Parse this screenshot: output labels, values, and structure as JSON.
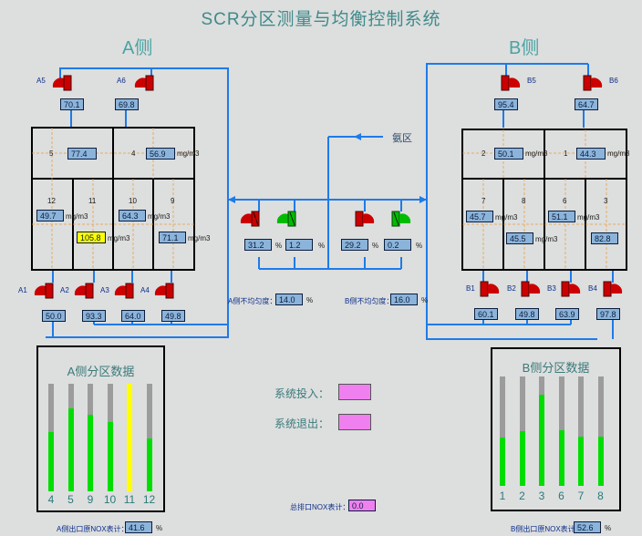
{
  "title": "SCR分区测量与均衡控制系统",
  "sides": {
    "a": "A侧",
    "b": "B侧"
  },
  "ammonia_label": "氨区",
  "unit_mg": "mg/m3",
  "pct": "%",
  "a_valves_top": [
    {
      "name": "A5",
      "value": "70.1"
    },
    {
      "name": "A6",
      "value": "69.8"
    }
  ],
  "b_valves_top": [
    {
      "name": "B5",
      "value": "95.4"
    },
    {
      "name": "B6",
      "value": "64.7"
    }
  ],
  "a_zones": {
    "z5": {
      "label": "5",
      "value": "77.4"
    },
    "z4": {
      "label": "4",
      "value": "56.9"
    },
    "z12": {
      "label": "12",
      "value": "49.7"
    },
    "z11": {
      "label": "11",
      "value": "105.8"
    },
    "z10": {
      "label": "10",
      "value": "64.3"
    },
    "z9": {
      "label": "9",
      "value": "71.1"
    }
  },
  "b_zones": {
    "z2": {
      "label": "2",
      "value": "50.1"
    },
    "z1": {
      "label": "1",
      "value": "44.3"
    },
    "z7": {
      "label": "7",
      "value": "45.7"
    },
    "z8": {
      "label": "8",
      "value": "45.5"
    },
    "z6": {
      "label": "6",
      "value": "51.1"
    },
    "z3": {
      "label": "3",
      "value": "82.8"
    }
  },
  "a_valves_bottom": [
    {
      "name": "A1",
      "value": "50.0"
    },
    {
      "name": "A2",
      "value": "93.3"
    },
    {
      "name": "A3",
      "value": "64.0"
    },
    {
      "name": "A4",
      "value": "49.8"
    }
  ],
  "b_valves_bottom": [
    {
      "name": "B1",
      "value": "60.1"
    },
    {
      "name": "B2",
      "value": "49.8"
    },
    {
      "name": "B3",
      "value": "63.9"
    },
    {
      "name": "B4",
      "value": "97.8"
    }
  ],
  "center_valves": [
    {
      "value": "31.2",
      "color": "red"
    },
    {
      "value": "1.2",
      "color": "green"
    },
    {
      "value": "29.2",
      "color": "red"
    },
    {
      "value": "0.2",
      "color": "green"
    }
  ],
  "a_uniformity": {
    "label": "A侧不均匀度：",
    "value": "14.0"
  },
  "b_uniformity": {
    "label": "B侧不均匀度：",
    "value": "16.0"
  },
  "a_panel": {
    "title": "A侧分区数据",
    "bars": [
      {
        "label": "4",
        "level": 0.55,
        "color": "#00dd00"
      },
      {
        "label": "5",
        "level": 0.77,
        "color": "#00dd00"
      },
      {
        "label": "9",
        "level": 0.71,
        "color": "#00dd00"
      },
      {
        "label": "10",
        "level": 0.64,
        "color": "#00dd00"
      },
      {
        "label": "11",
        "level": 1.0,
        "color": "#ffff00"
      },
      {
        "label": "12",
        "level": 0.49,
        "color": "#00dd00"
      }
    ]
  },
  "b_panel": {
    "title": "B侧分区数据",
    "bars": [
      {
        "label": "1",
        "level": 0.44,
        "color": "#00dd00"
      },
      {
        "label": "2",
        "level": 0.5,
        "color": "#00dd00"
      },
      {
        "label": "3",
        "level": 0.83,
        "color": "#00dd00"
      },
      {
        "label": "6",
        "level": 0.51,
        "color": "#00dd00"
      },
      {
        "label": "7",
        "level": 0.45,
        "color": "#00dd00"
      },
      {
        "label": "8",
        "level": 0.45,
        "color": "#00dd00"
      }
    ]
  },
  "controls": {
    "enable_label": "系统投入：",
    "disable_label": "系统退出："
  },
  "total_nox": {
    "label": "总排口NOX表计：",
    "value": "0.0"
  },
  "a_outlet_nox": {
    "label": "A侧出口原NOX表计：",
    "value": "41.6"
  },
  "b_outlet_nox": {
    "label": "B侧出口原NOX表计：",
    "value": "52.6"
  },
  "colors": {
    "pipe": "#1e7be8",
    "valve_red": "#cc0000",
    "valve_green": "#00bb00"
  }
}
